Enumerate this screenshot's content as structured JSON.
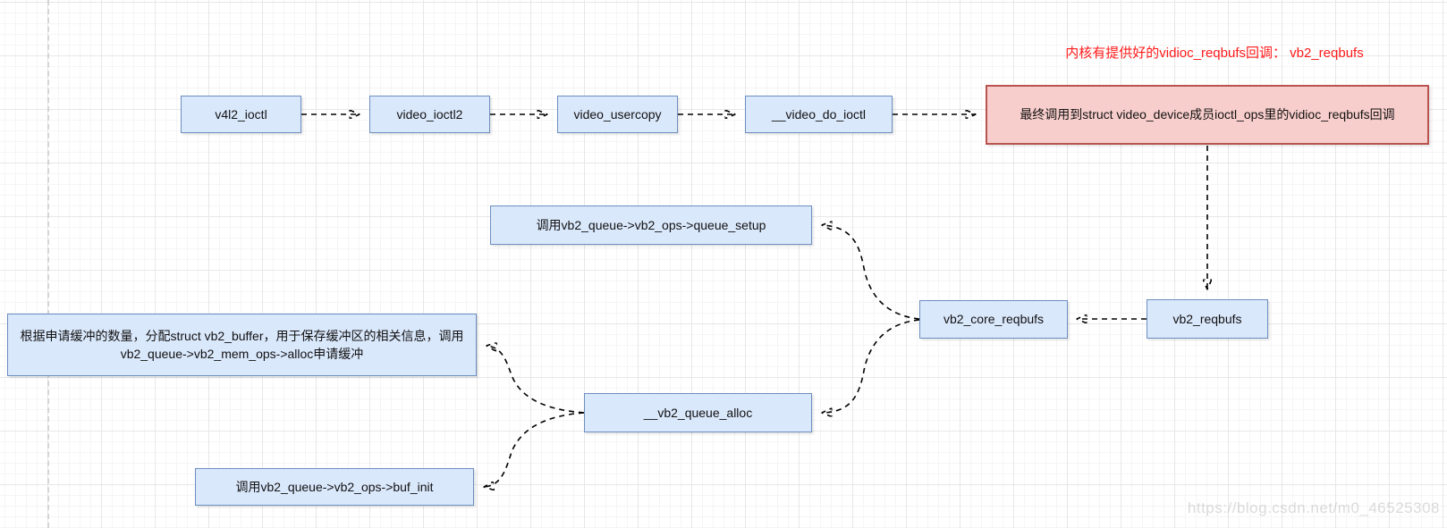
{
  "diagram": {
    "annotation": "内核有提供好的vidioc_reqbufs回调： vb2_reqbufs",
    "nodes": {
      "v4l2_ioctl": "v4l2_ioctl",
      "video_ioctl2": "video_ioctl2",
      "video_usercopy": "video_usercopy",
      "video_do_ioctl": "__video_do_ioctl",
      "ioctl_ops_callback": "最终调用到struct video_device成员ioctl_ops里的vidioc_reqbufs回调",
      "queue_setup": "调用vb2_queue->vb2_ops->queue_setup",
      "vb2_core_reqbufs": "vb2_core_reqbufs",
      "vb2_reqbufs": "vb2_reqbufs",
      "alloc_desc": "根据申请缓冲的数量，分配struct vb2_buffer，用于保存缓冲区的相关信息，调用vb2_queue->vb2_mem_ops->alloc申请缓冲",
      "vb2_queue_alloc": "__vb2_queue_alloc",
      "buf_init": "调用vb2_queue->vb2_ops->buf_init"
    },
    "colors": {
      "node_fill": "#dae8fc",
      "node_border": "#6c8ebf",
      "highlight_fill": "#f8cecc",
      "highlight_border": "#b85450",
      "annotation_text": "#ff1a1a",
      "arrow": "#000000"
    },
    "watermark": "https://blog.csdn.net/m0_46525308"
  }
}
